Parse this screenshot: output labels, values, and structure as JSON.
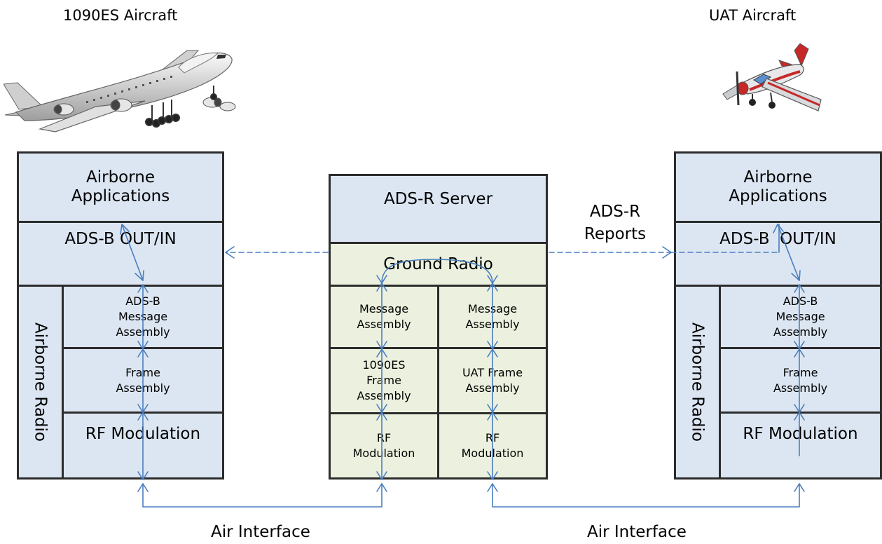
{
  "left_aircraft": {
    "label": "1090ES Aircraft",
    "icon": "jumbo-jet-icon"
  },
  "right_aircraft": {
    "label": "UAT Aircraft",
    "icon": "small-propeller-plane-icon"
  },
  "left_stack": {
    "airborne_applications": "Airborne\nApplications",
    "adsb_out_in": "ADS-B OUT/IN",
    "airborne_radio": "Airborne Radio",
    "message_assembly": "ADS-B\nMessage\nAssembly",
    "frame_assembly": "Frame\nAssembly",
    "rf_modulation": "RF Modulation"
  },
  "server": {
    "title": "ADS-R Server",
    "ground_radio": "Ground Radio",
    "left": {
      "message_assembly": "Message\nAssembly",
      "frame_assembly": "1090ES\nFrame\nAssembly",
      "rf_modulation": "RF\nModulation"
    },
    "right": {
      "message_assembly": "Message\nAssembly",
      "frame_assembly": "UAT Frame\nAssembly",
      "rf_modulation": "RF\nModulation"
    }
  },
  "right_stack": {
    "airborne_applications": "Airborne\nApplications",
    "adsb_out_in": "ADS-B  OUT/IN",
    "airborne_radio": "Airborne Radio",
    "message_assembly": "ADS-B\nMessage\nAssembly",
    "frame_assembly": "Frame\nAssembly",
    "rf_modulation": "RF Modulation"
  },
  "ads_r_reports": "ADS-R\nReports",
  "air_interface_left": "Air Interface",
  "air_interface_right": "Air Interface",
  "colors": {
    "stack_fill": "#dce6f2",
    "ground_fill": "#ebf1de",
    "arrow": "#4a7ebf",
    "border": "#2c2c2c"
  }
}
